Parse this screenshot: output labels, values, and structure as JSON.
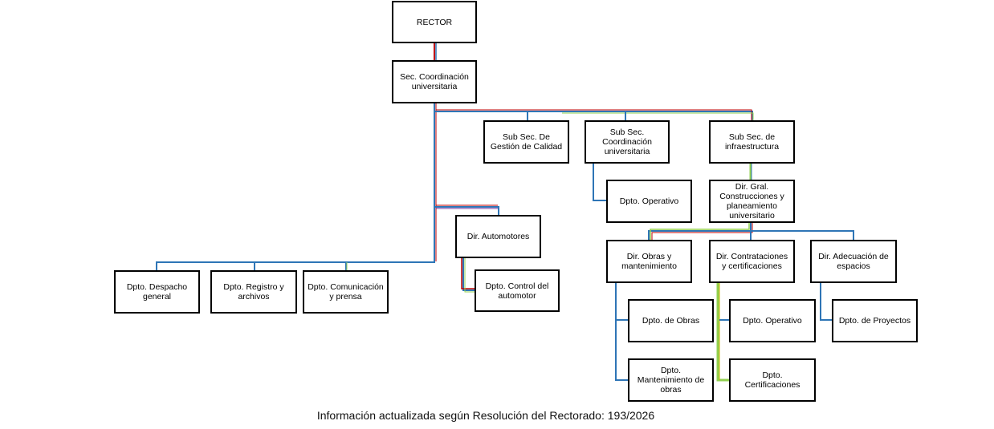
{
  "chart": {
    "nodes": {
      "rector": "RECTOR",
      "sec_coordinacion": "Sec. Coordinación universitaria",
      "subsec_gestion_calidad": "Sub Sec. De Gestión de Calidad",
      "subsec_coordinacion": "Sub Sec. Coordinación universitaria",
      "subsec_infraestructura": "Sub Sec. de infraestructura",
      "dpto_operativo_coord": "Dpto. Operativo",
      "dir_gral_construcciones": "Dir. Gral. Construcciones y planeamiento universitario",
      "dir_automotores": "Dir. Automotores",
      "dpto_control_automotor": "Dpto. Control del automotor",
      "dpto_despacho": "Dpto. Despacho general",
      "dpto_registro": "Dpto. Registro y archivos",
      "dpto_comunicacion": "Dpto. Comunicación y prensa",
      "dir_obras": "Dir. Obras y mantenimiento",
      "dir_contrataciones": "Dir. Contrataciones y certificaciones",
      "dir_adecuacion": "Dir. Adecuación de espacios",
      "dpto_obras": "Dpto. de Obras",
      "dpto_mantenimiento": "Dpto. Mantenimiento de obras",
      "dpto_operativo_contrat": "Dpto. Operativo",
      "dpto_certificaciones": "Dpto. Certificaciones",
      "dpto_proyectos": "Dpto. de Proyectos"
    },
    "caption": "Información actualizada según Resolución del Rectorado: 193/2026"
  }
}
